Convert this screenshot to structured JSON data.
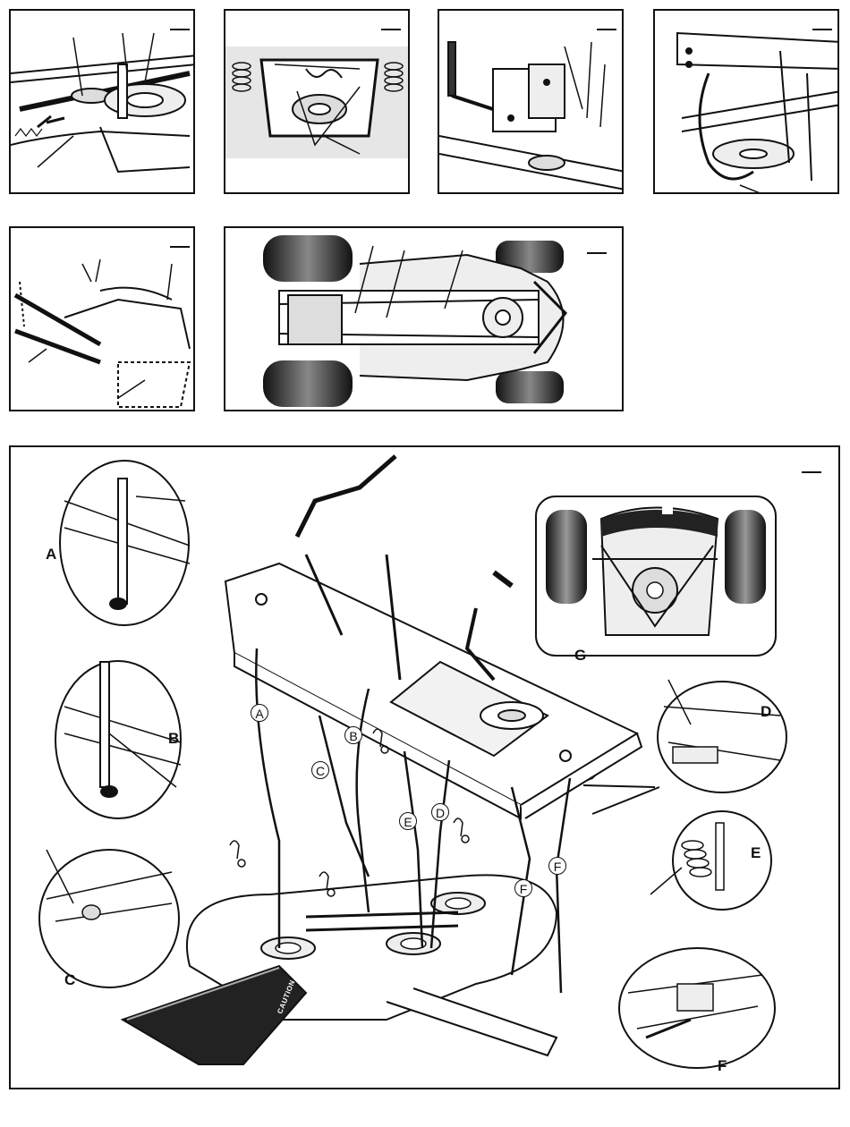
{
  "colors": {
    "ink": "#111111",
    "paper": "#ffffff",
    "shade": "#e6e6e6",
    "tire": "#2a2a2a",
    "chute": "#222222"
  },
  "detail_labels": {
    "a": "A",
    "b": "B",
    "c": "C",
    "d": "D",
    "e": "E",
    "f": "F",
    "g": "G"
  },
  "belt_path_labels": {
    "a": "A",
    "b": "B",
    "c": "C",
    "d": "D",
    "e": "E",
    "f1": "F",
    "f2": "F"
  },
  "chute_decal": "CAUTION",
  "icons": [
    "spring-icon",
    "wheel-icon",
    "pulley-icon",
    "hairpin-clip-icon"
  ]
}
